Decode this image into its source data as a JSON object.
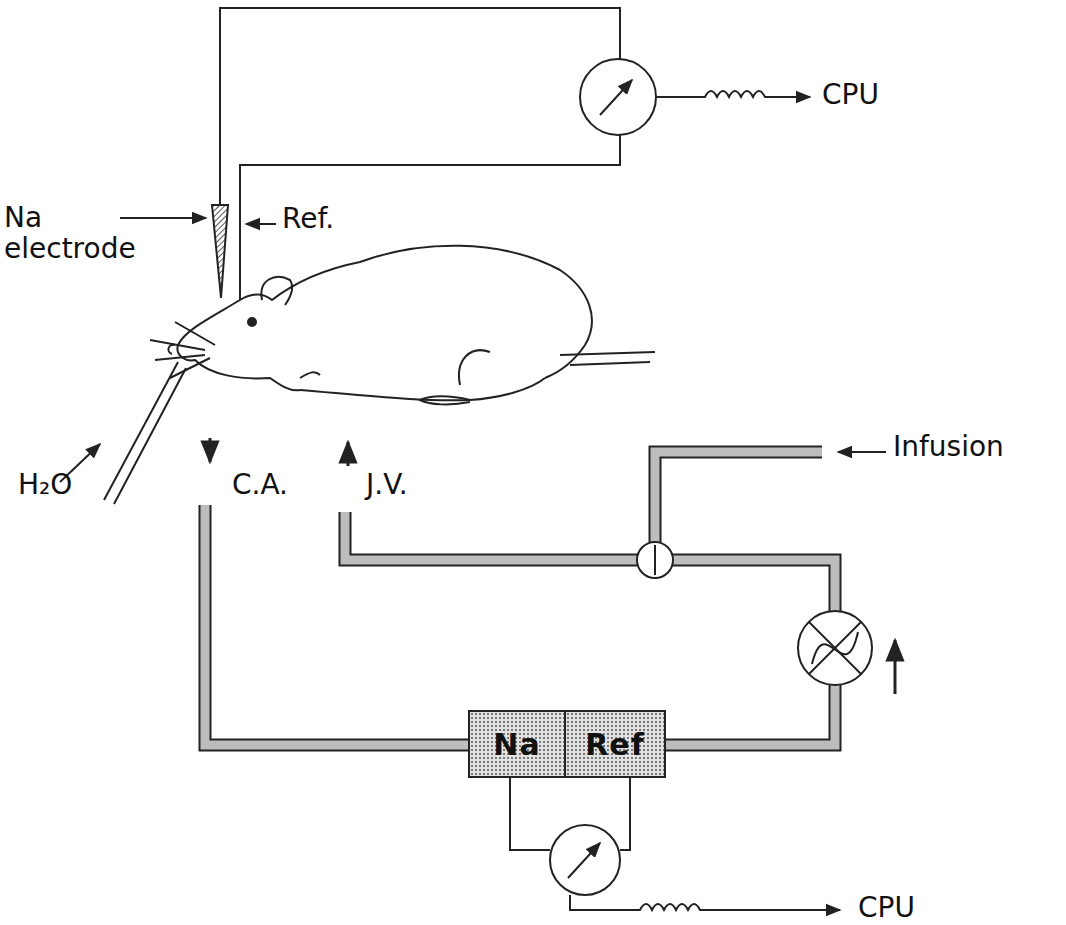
{
  "diagram": {
    "nodes": [
      {
        "text": [
          "Na"
        ]
      },
      {
        "text": [
          "Ref"
        ]
      }
    ],
    "labels": [
      "CPU",
      "Na electrode",
      "Ref.",
      "H₂O",
      "C.A.",
      "J.V.",
      "Infusion",
      "CPU"
    ]
  }
}
